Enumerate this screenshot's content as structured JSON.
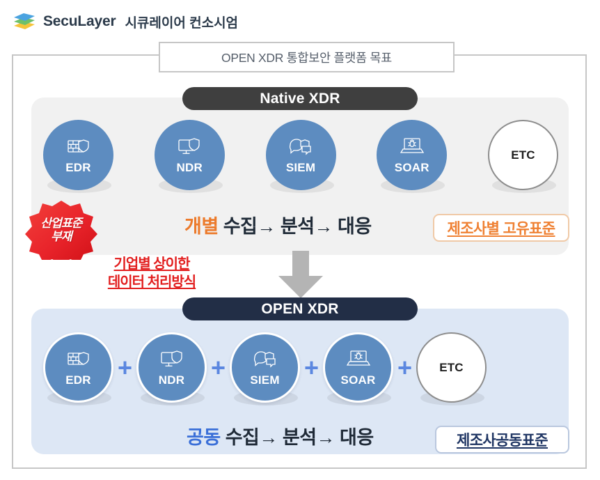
{
  "header": {
    "logo_icon": "stacked-layers-logo",
    "brand": "SecuLayer",
    "brand_ko": "시큐레이어 컨소시엄"
  },
  "diagram": {
    "title": "OPEN XDR 통합보안 플랫폼 목표",
    "top_section": {
      "banner": "Native XDR",
      "nodes": [
        {
          "label": "EDR",
          "icon": "firewall-shield-icon"
        },
        {
          "label": "NDR",
          "icon": "monitor-shield-icon"
        },
        {
          "label": "SIEM",
          "icon": "chat-bubbles-shield-icon"
        },
        {
          "label": "SOAR",
          "icon": "laptop-bug-icon"
        },
        {
          "label": "ETC",
          "icon": "none"
        }
      ],
      "flow": {
        "accent": "개별",
        "rest": " 수집→ 분석→ 대응"
      },
      "standard_box": "제조사별 고유표준"
    },
    "badge": {
      "line1": "산업표준",
      "line2": "부재"
    },
    "note": {
      "line1": "기업별 상이한",
      "line2": "데이터 처리방식"
    },
    "arrow_icon": "down-arrow-icon",
    "bottom_section": {
      "banner": "OPEN XDR",
      "nodes": [
        {
          "label": "EDR",
          "icon": "firewall-shield-icon"
        },
        {
          "label": "NDR",
          "icon": "monitor-shield-icon"
        },
        {
          "label": "SIEM",
          "icon": "chat-bubbles-shield-icon"
        },
        {
          "label": "SOAR",
          "icon": "laptop-bug-icon"
        },
        {
          "label": "ETC",
          "icon": "none"
        }
      ],
      "separator": "+",
      "flow": {
        "accent": "공동",
        "rest": " 수집→ 분석→ 대응"
      },
      "standard_box": "제조사공동표준"
    }
  },
  "colors": {
    "node_blue": "#5d8cc0",
    "accent_orange": "#ec7a2b",
    "accent_blue": "#3a6fd8",
    "badge_red": "#e8232a",
    "note_red": "#e21e1e",
    "native_pill": "#3f3f3f",
    "open_pill": "#222e46",
    "panel_top": "#f1f1f1",
    "panel_bottom": "#dde7f5"
  }
}
